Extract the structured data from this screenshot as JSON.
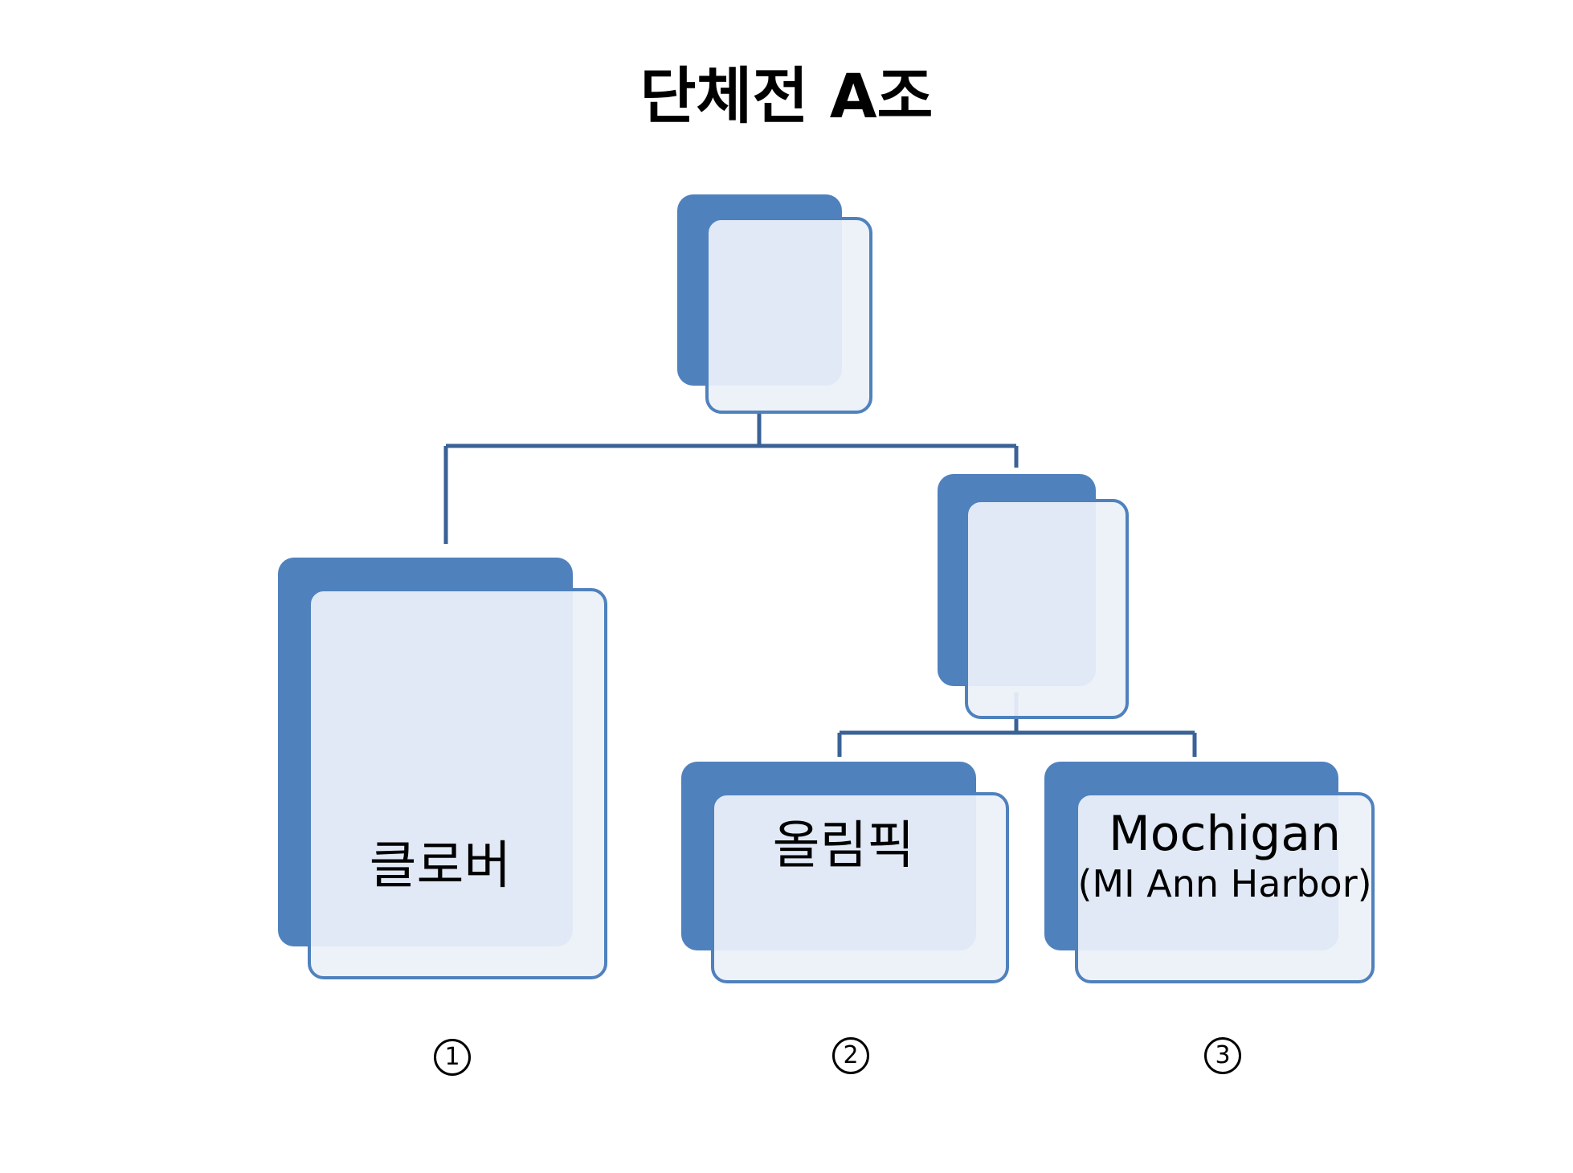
{
  "title": "단체전 A조",
  "nodes": {
    "team_1": {
      "name": "클로버",
      "sub": ""
    },
    "team_2": {
      "name": "올림픽",
      "sub": ""
    },
    "team_3": {
      "name": "Mochigan",
      "sub": "(MI Ann Harbor)"
    }
  },
  "markers": [
    "1",
    "2",
    "3"
  ],
  "colors": {
    "box_fill": "#4f81bd",
    "box_overlay": "#ecf1f9",
    "connector": "#3a6296"
  }
}
